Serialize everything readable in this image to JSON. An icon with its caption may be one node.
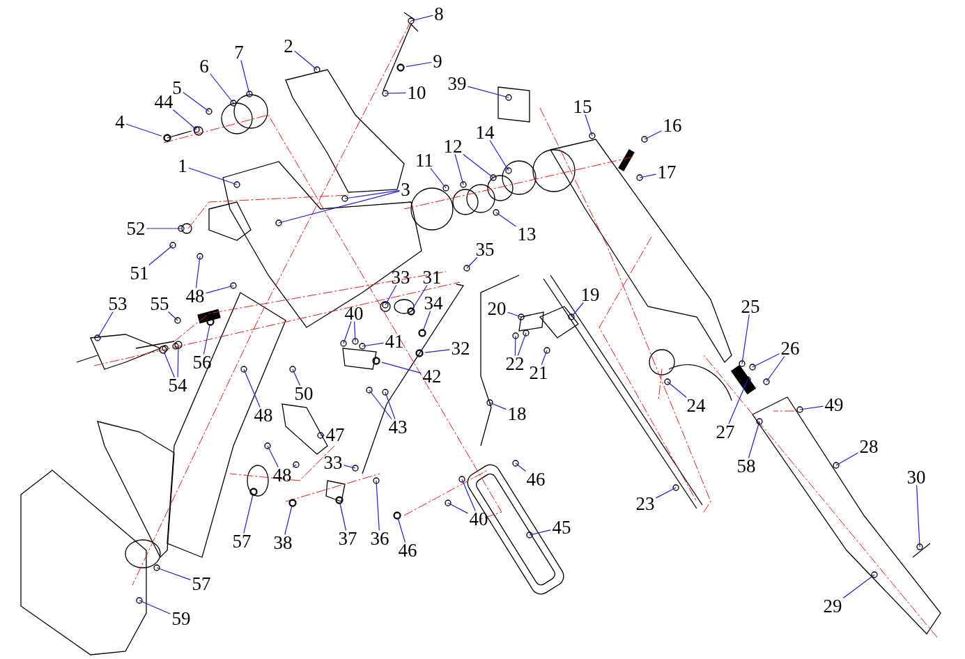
{
  "diagram": {
    "nodes": [
      {
        "text": [
          "8"
        ]
      },
      {
        "text": [
          "9"
        ]
      },
      {
        "text": [
          "10"
        ]
      },
      {
        "text": [
          "2"
        ]
      },
      {
        "text": [
          "39"
        ]
      },
      {
        "text": [
          "7"
        ]
      },
      {
        "text": [
          "6"
        ]
      },
      {
        "text": [
          "5"
        ]
      },
      {
        "text": [
          "44"
        ]
      },
      {
        "text": [
          "4"
        ]
      },
      {
        "text": [
          "15"
        ]
      },
      {
        "text": [
          "16"
        ]
      },
      {
        "text": [
          "17"
        ]
      },
      {
        "text": [
          "14"
        ]
      },
      {
        "text": [
          "12"
        ]
      },
      {
        "text": [
          "11"
        ]
      },
      {
        "text": [
          "1"
        ]
      },
      {
        "text": [
          "3"
        ]
      },
      {
        "text": [
          "13"
        ]
      },
      {
        "text": [
          "52"
        ]
      },
      {
        "text": [
          "51"
        ]
      },
      {
        "text": [
          "48"
        ]
      },
      {
        "text": [
          "35"
        ]
      },
      {
        "text": [
          "33"
        ]
      },
      {
        "text": [
          "31"
        ]
      },
      {
        "text": [
          "34"
        ]
      },
      {
        "text": [
          "53"
        ]
      },
      {
        "text": [
          "55"
        ]
      },
      {
        "text": [
          "40"
        ]
      },
      {
        "text": [
          "20"
        ]
      },
      {
        "text": [
          "19"
        ]
      },
      {
        "text": [
          "41"
        ]
      },
      {
        "text": [
          "25"
        ]
      },
      {
        "text": [
          "32"
        ]
      },
      {
        "text": [
          "26"
        ]
      },
      {
        "text": [
          "56"
        ]
      },
      {
        "text": [
          "54"
        ]
      },
      {
        "text": [
          "42"
        ]
      },
      {
        "text": [
          "22"
        ]
      },
      {
        "text": [
          "21"
        ]
      },
      {
        "text": [
          "49"
        ]
      },
      {
        "text": [
          "24"
        ]
      },
      {
        "text": [
          "50"
        ]
      },
      {
        "text": [
          "43"
        ]
      },
      {
        "text": [
          "18"
        ]
      },
      {
        "text": [
          "48"
        ]
      },
      {
        "text": [
          "27"
        ]
      },
      {
        "text": [
          "58"
        ]
      },
      {
        "text": [
          "28"
        ]
      },
      {
        "text": [
          "47"
        ]
      },
      {
        "text": [
          "33"
        ]
      },
      {
        "text": [
          "48"
        ]
      },
      {
        "text": [
          "46"
        ]
      },
      {
        "text": [
          "57"
        ]
      },
      {
        "text": [
          "38"
        ]
      },
      {
        "text": [
          "37"
        ]
      },
      {
        "text": [
          "36"
        ]
      },
      {
        "text": [
          "46"
        ]
      },
      {
        "text": [
          "40"
        ]
      },
      {
        "text": [
          "45"
        ]
      },
      {
        "text": [
          "23"
        ]
      },
      {
        "text": [
          "30"
        ]
      },
      {
        "text": [
          "57"
        ]
      },
      {
        "text": [
          "29"
        ]
      },
      {
        "text": [
          "59"
        ]
      },
      {
        "text": [],
        "shape": "circle"
      },
      {
        "text": [],
        "shape": "circle"
      },
      {
        "text": [],
        "shape": "circle"
      },
      {
        "text": [],
        "shape": "circle"
      },
      {
        "text": [],
        "shape": "circle"
      },
      {
        "text": [],
        "shape": "circle"
      },
      {
        "text": [],
        "shape": "circle"
      },
      {
        "text": [],
        "shape": "circle"
      },
      {
        "text": [],
        "shape": "circle"
      },
      {
        "text": [],
        "shape": "circle"
      },
      {
        "text": [],
        "shape": "circle"
      },
      {
        "text": [],
        "shape": "circle"
      },
      {
        "text": [],
        "shape": "circle"
      }
    ],
    "edges": [
      {
        "from": 0,
        "to": null,
        "arrow": "none"
      },
      {
        "from": 1,
        "to": 65,
        "arrow": "none"
      },
      {
        "from": 2,
        "to": null,
        "arrow": "none"
      },
      {
        "from": 3,
        "to": null,
        "arrow": "none"
      },
      {
        "from": 4,
        "to": null,
        "arrow": "none"
      },
      {
        "from": 5,
        "to": null,
        "arrow": "none"
      },
      {
        "from": 6,
        "to": null,
        "arrow": "none"
      },
      {
        "from": 7,
        "to": null,
        "arrow": "none"
      },
      {
        "from": 8,
        "to": null,
        "arrow": "none"
      },
      {
        "from": 9,
        "to": 66,
        "arrow": "none"
      },
      {
        "from": 10,
        "to": null,
        "arrow": "none"
      },
      {
        "from": 11,
        "to": null,
        "arrow": "none"
      },
      {
        "from": 12,
        "to": null,
        "arrow": "none"
      },
      {
        "from": 13,
        "to": null,
        "arrow": "none"
      },
      {
        "from": 14,
        "to": null,
        "arrow": "none"
      },
      {
        "from": 14,
        "to": null,
        "arrow": "none"
      },
      {
        "from": 15,
        "to": null,
        "arrow": "none"
      },
      {
        "from": 16,
        "to": null,
        "arrow": "none"
      },
      {
        "from": 17,
        "to": null,
        "arrow": "none"
      },
      {
        "from": 17,
        "to": null,
        "arrow": "none"
      },
      {
        "from": 18,
        "to": null,
        "arrow": "none"
      },
      {
        "from": 19,
        "to": null,
        "arrow": "none"
      },
      {
        "from": 20,
        "to": null,
        "arrow": "none"
      },
      {
        "from": 21,
        "to": null,
        "arrow": "none"
      },
      {
        "from": 21,
        "to": null,
        "arrow": "none"
      },
      {
        "from": 22,
        "to": null,
        "arrow": "none"
      },
      {
        "from": 23,
        "to": null,
        "arrow": "none"
      },
      {
        "from": 24,
        "to": 67,
        "arrow": "none"
      },
      {
        "from": 25,
        "to": 68,
        "arrow": "none"
      },
      {
        "from": 26,
        "to": null,
        "arrow": "none"
      },
      {
        "from": 27,
        "to": null,
        "arrow": "none"
      },
      {
        "from": 28,
        "to": null,
        "arrow": "none"
      },
      {
        "from": 28,
        "to": null,
        "arrow": "none"
      },
      {
        "from": 29,
        "to": null,
        "arrow": "none"
      },
      {
        "from": 30,
        "to": null,
        "arrow": "none"
      },
      {
        "from": 31,
        "to": null,
        "arrow": "none"
      },
      {
        "from": 32,
        "to": null,
        "arrow": "none"
      },
      {
        "from": 33,
        "to": 69,
        "arrow": "none"
      },
      {
        "from": 34,
        "to": null,
        "arrow": "none"
      },
      {
        "from": 34,
        "to": null,
        "arrow": "none"
      },
      {
        "from": 35,
        "to": 70,
        "arrow": "none"
      },
      {
        "from": 36,
        "to": 77,
        "arrow": "none"
      },
      {
        "from": 36,
        "to": 71,
        "arrow": "none"
      },
      {
        "from": 37,
        "to": 72,
        "arrow": "none"
      },
      {
        "from": 38,
        "to": null,
        "arrow": "none"
      },
      {
        "from": 38,
        "to": null,
        "arrow": "none"
      },
      {
        "from": 39,
        "to": null,
        "arrow": "none"
      },
      {
        "from": 40,
        "to": null,
        "arrow": "none"
      },
      {
        "from": 41,
        "to": null,
        "arrow": "none"
      },
      {
        "from": 42,
        "to": null,
        "arrow": "none"
      },
      {
        "from": 43,
        "to": null,
        "arrow": "none"
      },
      {
        "from": 43,
        "to": null,
        "arrow": "none"
      },
      {
        "from": 44,
        "to": null,
        "arrow": "none"
      },
      {
        "from": 45,
        "to": null,
        "arrow": "none"
      },
      {
        "from": 46,
        "to": null,
        "arrow": "none"
      },
      {
        "from": 47,
        "to": null,
        "arrow": "none"
      },
      {
        "from": 48,
        "to": null,
        "arrow": "none"
      },
      {
        "from": 49,
        "to": null,
        "arrow": "none"
      },
      {
        "from": 50,
        "to": null,
        "arrow": "none"
      },
      {
        "from": 51,
        "to": null,
        "arrow": "none"
      },
      {
        "from": 51,
        "to": null,
        "arrow": "none"
      },
      {
        "from": 52,
        "to": null,
        "arrow": "none"
      },
      {
        "from": 53,
        "to": 73,
        "arrow": "none"
      },
      {
        "from": 54,
        "to": 74,
        "arrow": "none"
      },
      {
        "from": 55,
        "to": 75,
        "arrow": "none"
      },
      {
        "from": 56,
        "to": null,
        "arrow": "none"
      },
      {
        "from": 57,
        "to": 76,
        "arrow": "none"
      },
      {
        "from": 58,
        "to": null,
        "arrow": "none"
      },
      {
        "from": 58,
        "to": null,
        "arrow": "none"
      },
      {
        "from": 59,
        "to": null,
        "arrow": "none"
      },
      {
        "from": 60,
        "to": null,
        "arrow": "none"
      },
      {
        "from": 61,
        "to": null,
        "arrow": "none"
      },
      {
        "from": 62,
        "to": null,
        "arrow": "none"
      },
      {
        "from": 63,
        "to": null,
        "arrow": "none"
      },
      {
        "from": 64,
        "to": null,
        "arrow": "none"
      }
    ]
  }
}
